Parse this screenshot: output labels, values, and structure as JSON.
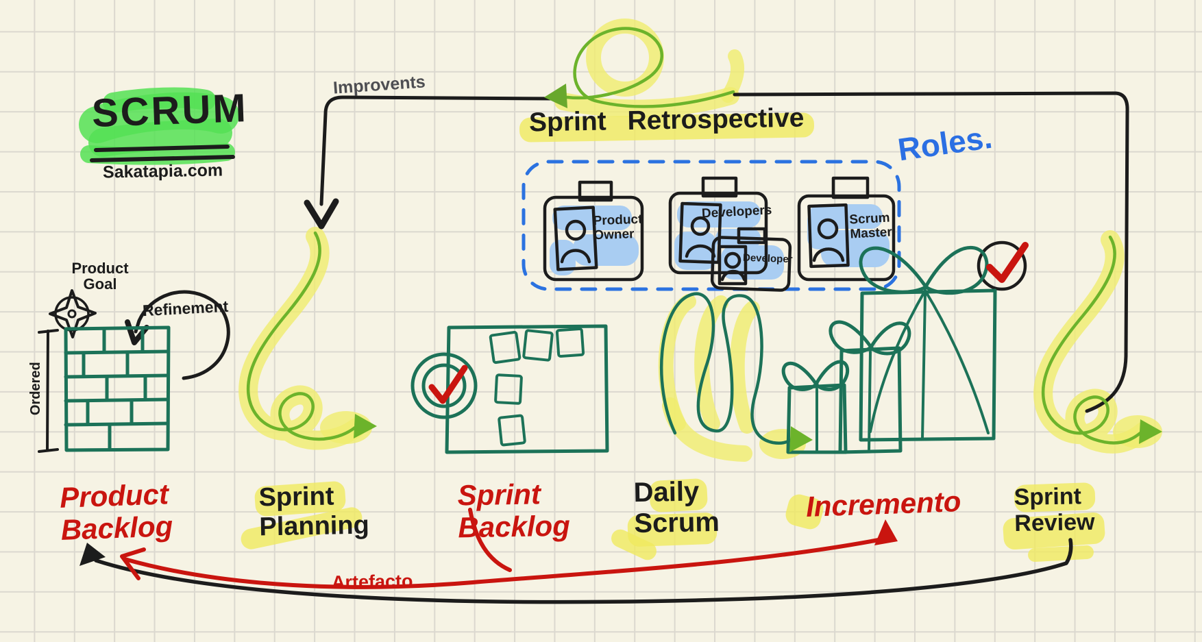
{
  "title": {
    "text": "SCRUM",
    "subtitle": "Sakatapia.com"
  },
  "annotations": {
    "improvements": "Improvents",
    "sprint_retrospective": "Sprint Retrospective",
    "roles": "Roles.",
    "product_goal": "Product\nGoal",
    "refinement": "Refinement",
    "ordered": "Ordered",
    "artefacto": "Artefacto"
  },
  "role_cards": [
    {
      "name": "Product\nOwner"
    },
    {
      "name": "Developers"
    },
    {
      "name": "Developer"
    },
    {
      "name": "Scrum\nMaster"
    }
  ],
  "bottom_labels": [
    {
      "label": "Product\nBacklog",
      "type": "artifact",
      "color": "#c9150f"
    },
    {
      "label": "Sprint\nPlanning",
      "type": "event",
      "color": "#1c1c1c"
    },
    {
      "label": "Sprint\nBacklog",
      "type": "artifact",
      "color": "#c9150f"
    },
    {
      "label": "Daily\nScrum",
      "type": "event",
      "color": "#1c1c1c"
    },
    {
      "label": "Incremento",
      "type": "artifact",
      "color": "#c9150f"
    },
    {
      "label": "Sprint\nReview",
      "type": "event",
      "color": "#1c1c1c"
    }
  ],
  "colors": {
    "paper": "#f6f3e4",
    "grid": "#dbd8cf",
    "ink_black": "#1c1c1c",
    "ink_gray": "#4e4e52",
    "ink_red": "#c9150f",
    "ink_teal_green": "#1c7258",
    "arrow_green": "#6cb32b",
    "highlight_yellow": "#f0ea5f",
    "highlight_green": "#55e055",
    "highlight_blue_card": "#a9cdf2",
    "roles_blue": "#2b6fe3"
  }
}
